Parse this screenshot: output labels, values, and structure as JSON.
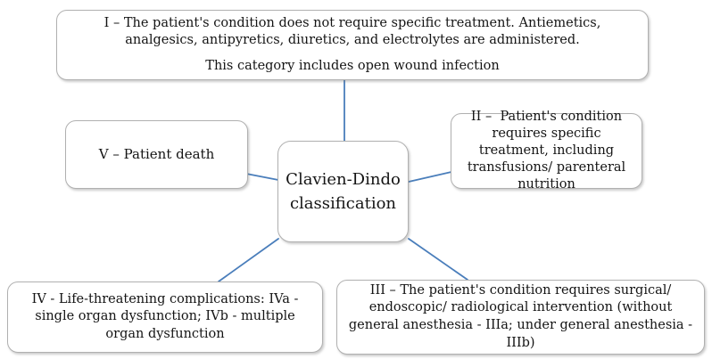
{
  "diagram": {
    "center": {
      "label": "Clavien-Dindo classification"
    },
    "grade1": {
      "text": "I – The patient's condition does not require specific treatment. Antiemetics, analgesics, antipyretics, diuretics, and electrolytes are administered.",
      "note": "This category includes open wound infection"
    },
    "grade2": {
      "text": "II –  Patient's condition requires specific treatment, including transfusions/ parenteral nutrition"
    },
    "grade3": {
      "text": "III – The patient's condition requires surgical/ endoscopic/ radiological intervention (without general anesthesia - IIIa; under general anesthesia - IIIb)"
    },
    "grade4": {
      "text": "IV - Life-threatening complications: IVa - single organ dysfunction; IVb - multiple organ dysfunction"
    },
    "grade5": {
      "text": "V – Patient death"
    },
    "colors": {
      "connector": "#4a7ebb",
      "border": "#b0b0b0",
      "text": "#141414",
      "background": "#ffffff"
    }
  }
}
